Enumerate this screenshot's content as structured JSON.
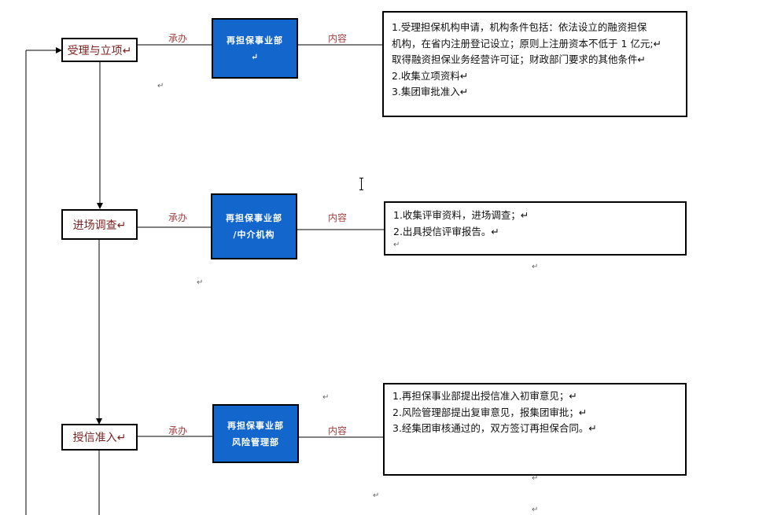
{
  "steps": [
    {
      "stage_label": "受理与立项↵",
      "edge_left_label": "承办",
      "department_lines": [
        "再担保事业部",
        "↵"
      ],
      "edge_right_label": "内容",
      "content_lines": [
        "1.受理担保机构申请，机构条件包括：依法设立的融资担保",
        "机构，在省内注册登记设立；原则上注册资本不低于 1 亿元;↵",
        "取得融资担保业务经营许可证；财政部门要求的其他条件↵",
        "2.收集立项资料↵",
        "3.集团审批准入↵"
      ]
    },
    {
      "stage_label": "进场调查↵",
      "edge_left_label": "承办",
      "department_lines": [
        "再担保事业部",
        "/中介机构"
      ],
      "edge_right_label": "内容",
      "content_lines": [
        "1.收集评审资料，进场调查；↵",
        "2.出具授信评审报告。↵",
        "↵"
      ]
    },
    {
      "stage_label": "授信准入↵",
      "edge_left_label": "承办",
      "department_lines": [
        "再担保事业部",
        "风险管理部"
      ],
      "edge_right_label": "内容",
      "content_lines": [
        "1.再担保事业部提出授信准入初审意见；↵",
        "2.风险管理部提出复审意见，报集团审批；↵",
        "3.经集团审核通过的，双方签订再担保合同。↵"
      ]
    }
  ],
  "paragraph_mark": "↵",
  "colors": {
    "department_fill": "#1366cc",
    "stage_text": "#7a1f1f",
    "edge_label": "#a04040"
  }
}
